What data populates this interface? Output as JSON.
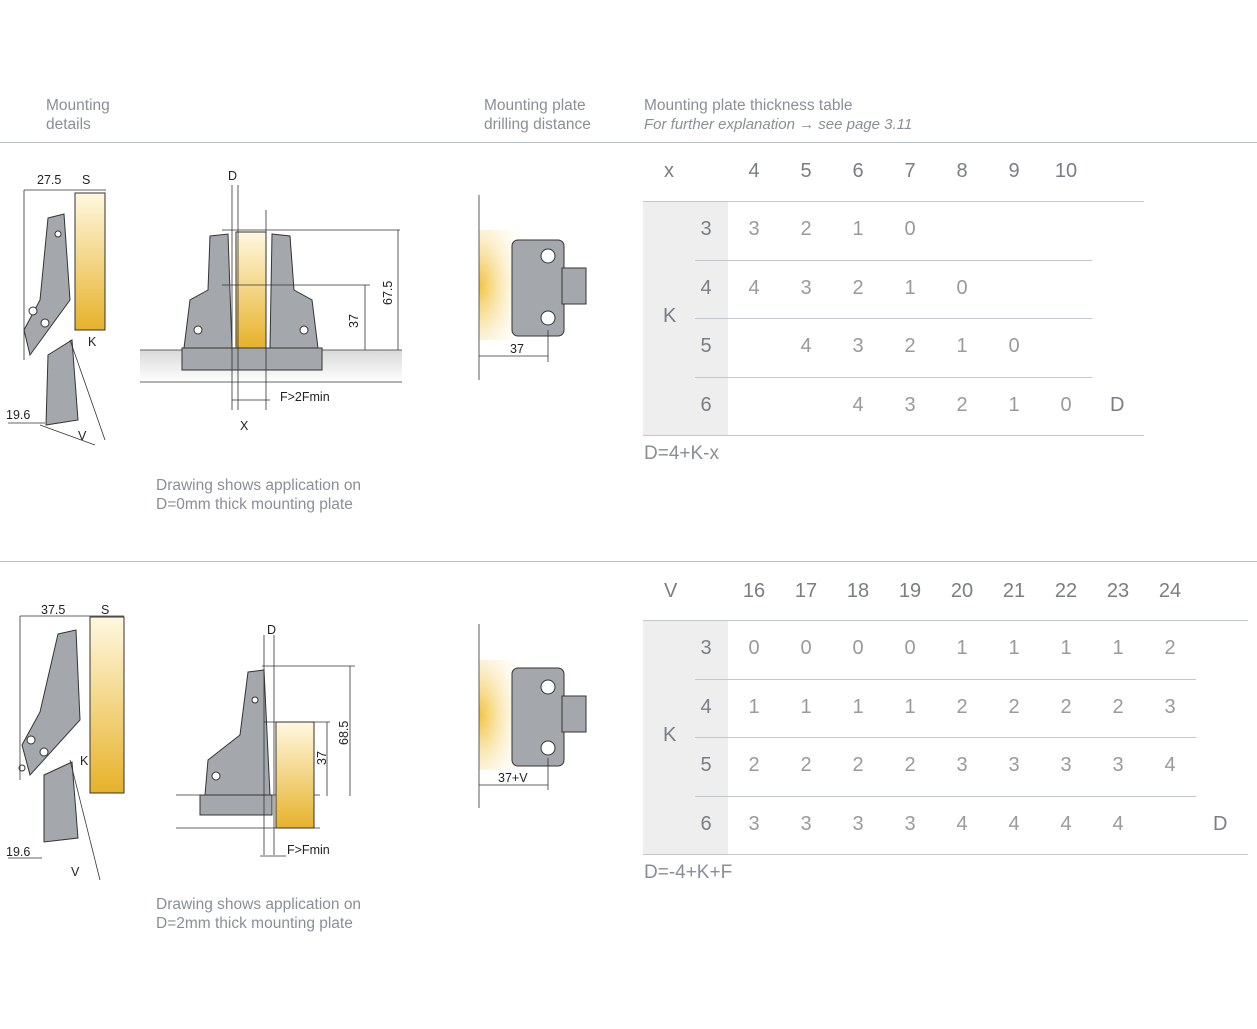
{
  "headers": {
    "mounting_details": [
      "Mounting",
      "details"
    ],
    "drilling_distance": [
      "Mounting plate",
      "drilling distance"
    ],
    "thickness_title": "Mounting plate thickness table",
    "thickness_sub": "For further explanation → see page 3.11"
  },
  "section1": {
    "caption": [
      "Drawing shows application on",
      "D=0mm thick mounting plate"
    ],
    "formula": "D=4+K-x",
    "dims": {
      "a": "27.5",
      "s": "S",
      "k": "K",
      "v": "V",
      "b": "19.6",
      "d": "D",
      "h1": "67.5",
      "h2": "37",
      "x": "X",
      "f": "F>2Fmin",
      "drill": "37"
    },
    "table": {
      "corner": "x",
      "cols": [
        "4",
        "5",
        "6",
        "7",
        "8",
        "9",
        "10"
      ],
      "row_label": "K",
      "d_label": "D",
      "rows": [
        {
          "k": "3",
          "cells": [
            "3",
            "2",
            "1",
            "0",
            "",
            "",
            ""
          ]
        },
        {
          "k": "4",
          "cells": [
            "4",
            "3",
            "2",
            "1",
            "0",
            "",
            ""
          ]
        },
        {
          "k": "5",
          "cells": [
            "",
            "4",
            "3",
            "2",
            "1",
            "0",
            ""
          ]
        },
        {
          "k": "6",
          "cells": [
            "",
            "",
            "4",
            "3",
            "2",
            "1",
            "0"
          ]
        }
      ]
    }
  },
  "section2": {
    "caption": [
      "Drawing shows application on",
      "D=2mm thick mounting plate"
    ],
    "formula": "D=-4+K+F",
    "dims": {
      "a": "37.5",
      "s": "S",
      "k": "K",
      "v": "V",
      "b": "19.6",
      "d": "D",
      "h1": "68.5",
      "h2": "37",
      "f": "F>Fmin",
      "drill": "37+V"
    },
    "table": {
      "corner": "V",
      "cols": [
        "16",
        "17",
        "18",
        "19",
        "20",
        "21",
        "22",
        "23",
        "24"
      ],
      "row_label": "K",
      "d_label": "D",
      "rows": [
        {
          "k": "3",
          "cells": [
            "0",
            "0",
            "0",
            "0",
            "1",
            "1",
            "1",
            "1",
            "2"
          ]
        },
        {
          "k": "4",
          "cells": [
            "1",
            "1",
            "1",
            "1",
            "2",
            "2",
            "2",
            "2",
            "3"
          ]
        },
        {
          "k": "5",
          "cells": [
            "2",
            "2",
            "2",
            "2",
            "3",
            "3",
            "3",
            "3",
            "4"
          ]
        },
        {
          "k": "6",
          "cells": [
            "3",
            "3",
            "3",
            "3",
            "4",
            "4",
            "4",
            "4",
            ""
          ]
        }
      ]
    }
  },
  "colors": {
    "accent": "#e8b830",
    "text": "#8a8f96",
    "grey_part": "#a4a8ad",
    "rule": "#b9c0c6"
  }
}
